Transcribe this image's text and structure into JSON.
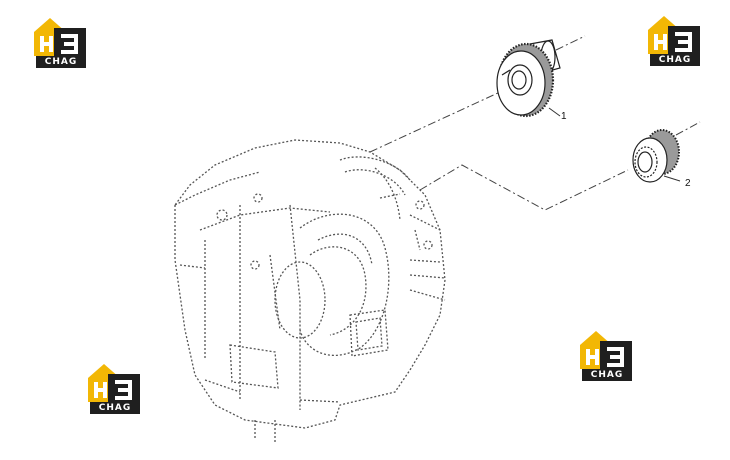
{
  "logo": {
    "text": "CHAG",
    "brand_color": "#f2b705",
    "dark_color": "#1f1f1f",
    "icon": "h3-chag-logo-icon"
  },
  "callouts": {
    "part1": "1",
    "part2": "2"
  },
  "colors": {
    "line": "#444444",
    "background": "#ffffff"
  }
}
